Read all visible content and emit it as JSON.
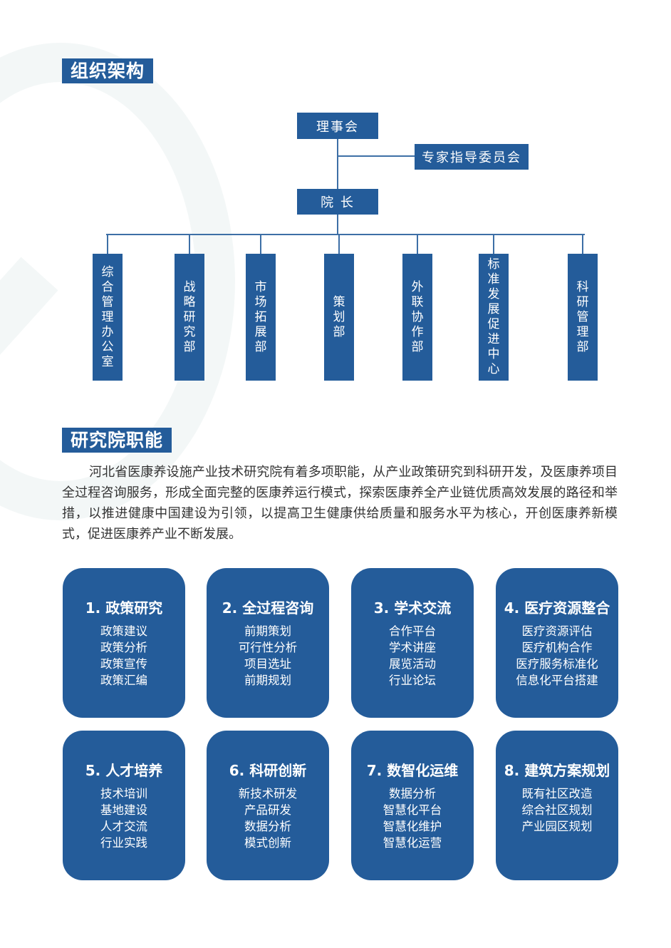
{
  "sections": {
    "org": "组织架构",
    "functions": "研究院职能"
  },
  "org": {
    "board": "理事会",
    "experts": "专家指导委员会",
    "president": "院 长",
    "departments": [
      "综合管理办公室",
      "战略研究部",
      "市场拓展部",
      "策划部",
      "外联协作部",
      "标准发展促进中心",
      "科研管理部"
    ]
  },
  "intro": "河北省医康养设施产业技术研究院有着多项职能，从产业政策研究到科研开发，及医康养项目全过程咨询服务，形成全面完整的医康养运行模式，探索医康养全产业链优质高效发展的路径和举措，以推进健康中国建设为引领，以提高卫生健康供给质量和服务水平为核心，开创医康养新模式，促进医康养产业不断发展。",
  "cards": [
    {
      "title": "1. 政策研究",
      "items": [
        "政策建议",
        "政策分析",
        "政策宣传",
        "政策汇编"
      ]
    },
    {
      "title": "2. 全过程咨询",
      "items": [
        "前期策划",
        "可行性分析",
        "项目选址",
        "前期规划"
      ]
    },
    {
      "title": "3. 学术交流",
      "items": [
        "合作平台",
        "学术讲座",
        "展览活动",
        "行业论坛"
      ]
    },
    {
      "title": "4. 医疗资源整合",
      "items": [
        "医疗资源评估",
        "医疗机构合作",
        "医疗服务标准化",
        "信息化平台搭建"
      ]
    },
    {
      "title": "5. 人才培养",
      "items": [
        "技术培训",
        "基地建设",
        "人才交流",
        "行业实践"
      ]
    },
    {
      "title": "6. 科研创新",
      "items": [
        "新技术研发",
        "产品研发",
        "数据分析",
        "模式创新"
      ]
    },
    {
      "title": "7. 数智化运维",
      "items": [
        "数据分析",
        "智慧化平台",
        "智慧化维护",
        "智慧化运营"
      ]
    },
    {
      "title": "8. 建筑方案规划",
      "items": [
        "既有社区改造",
        "综合社区规划",
        "产业园区规划"
      ]
    }
  ],
  "colors": {
    "brand": "#245c9a"
  }
}
